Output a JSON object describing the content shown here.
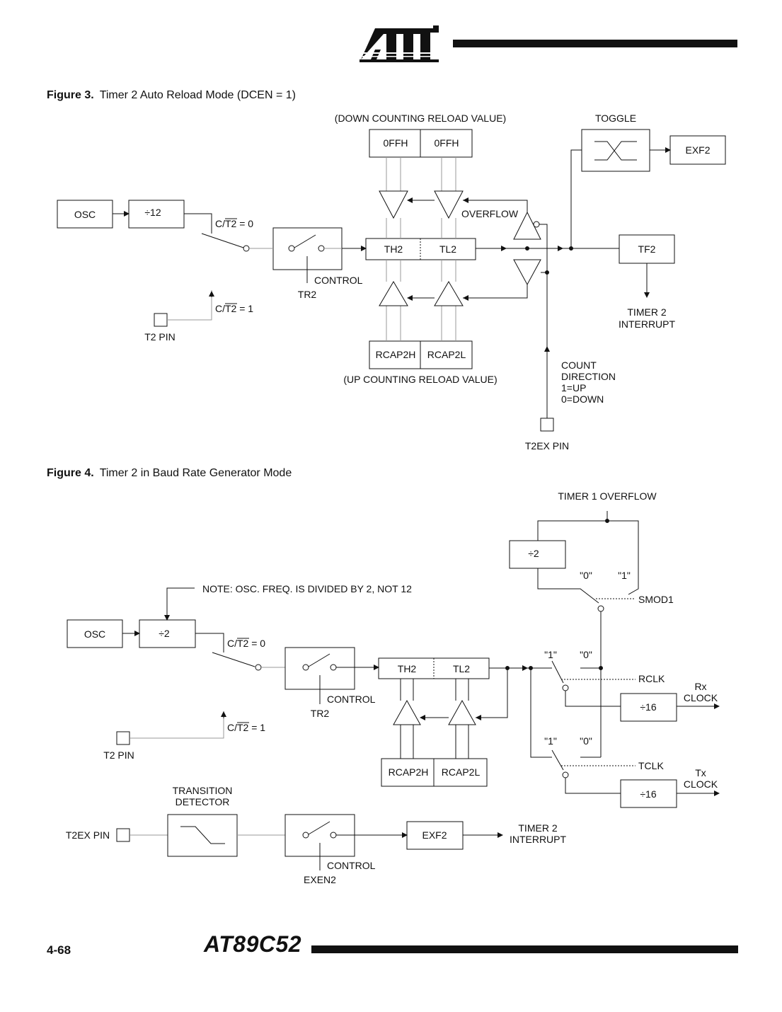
{
  "header": {
    "brand_icon": "atmel-logo"
  },
  "figure3": {
    "number": "Figure 3.",
    "caption": "Timer 2 Auto Reload Mode (DCEN = 1)",
    "labels": {
      "down_reload": "(DOWN  COUNTING  RELOAD  VALUE)",
      "up_reload": "(UP  COUNTING  RELOAD  VALUE)",
      "toggle": "TOGGLE",
      "ffh_high": "0FFH",
      "ffh_low": "0FFH",
      "exf2": "EXF2",
      "osc": "OSC",
      "div12": "÷12",
      "ct_0": "C/T2  =  0",
      "ct_1": "C/T2  =  1",
      "overflow": "OVERFLOW",
      "th2": "TH2",
      "tl2": "TL2",
      "tf2": "TF2",
      "control": "CONTROL",
      "tr2": "TR2",
      "t2_pin": "T2  PIN",
      "timer2_int_1": "TIMER  2",
      "timer2_int_2": "INTERRUPT",
      "rcap2h": "RCAP2H",
      "rcap2l": "RCAP2L",
      "count_1": "COUNT",
      "count_2": "DIRECTION",
      "count_3": "1=UP",
      "count_4": "0=DOWN",
      "t2ex_pin": "T2EX  PIN"
    }
  },
  "figure4": {
    "number": "Figure 4.",
    "caption": "Timer 2 in Baud Rate Generator Mode",
    "labels": {
      "timer1_overflow": "TIMER  1  OVERFLOW",
      "div2_smod": "÷2",
      "q0a": "\"0\"",
      "q1a": "\"1\"",
      "smod1": "SMOD1",
      "note": "NOTE:  OSC.  FREQ.  IS  DIVIDED  BY  2,  NOT  12",
      "osc": "OSC",
      "div2": "÷2",
      "ct_0": "C/T2  =  0",
      "ct_1": "C/T2  =  1",
      "th2": "TH2",
      "tl2": "TL2",
      "q1b": "\"1\"",
      "q0b": "\"0\"",
      "rclk": "RCLK",
      "rx_1": "Rx",
      "rx_2": "CLOCK",
      "div16_rx": "÷16",
      "control": "CONTROL",
      "tr2": "TR2",
      "t2_pin": "T2  PIN",
      "q1c": "\"1\"",
      "q0c": "\"0\"",
      "tclk": "TCLK",
      "tx_1": "Tx",
      "tx_2": "CLOCK",
      "div16_tx": "÷16",
      "rcap2h": "RCAP2H",
      "rcap2l": "RCAP2L",
      "td_1": "TRANSITION",
      "td_2": "DETECTOR",
      "t2ex_pin": "T2EX  PIN",
      "exf2": "EXF2",
      "timer2_int_1": "TIMER  2",
      "timer2_int_2": "INTERRUPT",
      "control2": "CONTROL",
      "exen2": "EXEN2"
    }
  },
  "footer": {
    "page_number": "4-68",
    "part_number": "AT89C52"
  }
}
